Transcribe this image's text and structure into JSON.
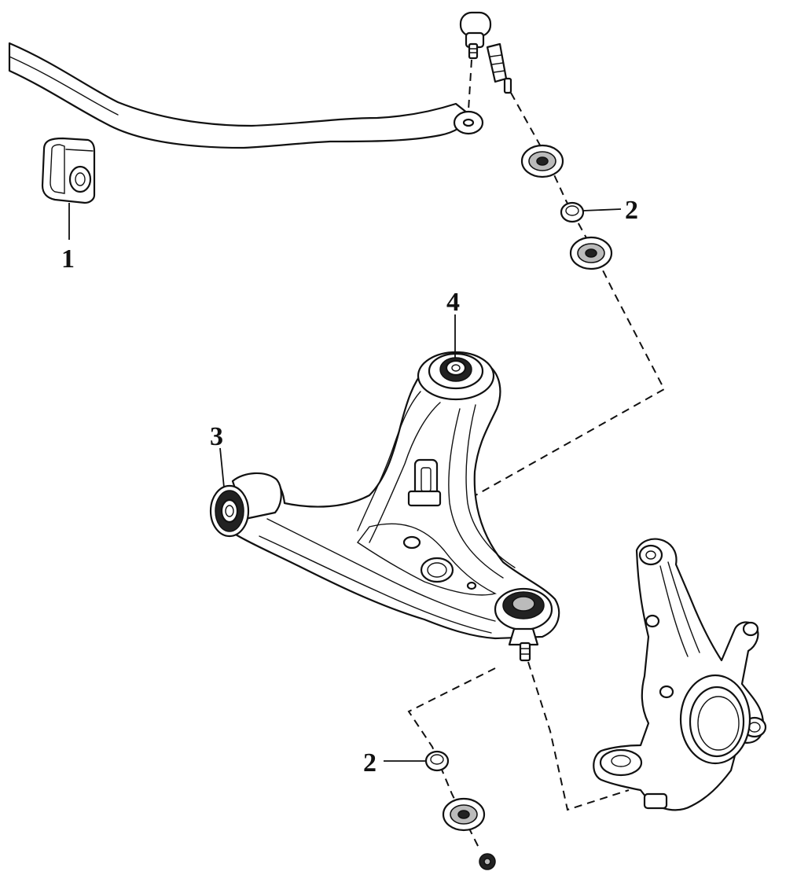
{
  "callouts": {
    "bushing_stabilizer": "1",
    "link_bushing_upper": "2",
    "control_arm_front_bushing": "3",
    "control_arm_rear_bushing": "4",
    "link_bushing_lower": "2"
  }
}
